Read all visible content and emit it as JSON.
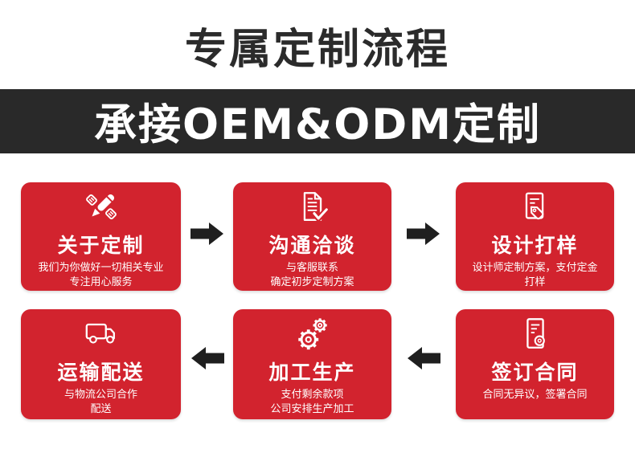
{
  "header": {
    "title": "专属定制流程",
    "banner": "承接OEM&ODM定制"
  },
  "colors": {
    "card_red": "#d2232e",
    "banner_bg": "#292929",
    "arrow_black": "#1f1f1f",
    "heading_black": "#2b2b2b"
  },
  "flow": {
    "steps": [
      {
        "title": "关于定制",
        "desc_lines": [
          "我们为你做好一切相关专业",
          "专注用心服务"
        ],
        "icon": "design-pencil-icon"
      },
      {
        "title": "沟通洽谈",
        "desc_lines": [
          "与客服联系",
          "确定初步定制方案"
        ],
        "icon": "document-check-icon"
      },
      {
        "title": "设计打样",
        "desc_lines": [
          "设计师定制方案，支付定金",
          "打样"
        ],
        "icon": "document-tag-icon"
      },
      {
        "title": "签订合同",
        "desc_lines": [
          "合同无异议，签署合同"
        ],
        "icon": "contract-seal-icon"
      },
      {
        "title": "加工生产",
        "desc_lines": [
          "支付剩余款项",
          "公司安排生产加工"
        ],
        "icon": "gears-icon"
      },
      {
        "title": "运输配送",
        "desc_lines": [
          "与物流公司合作",
          "配送"
        ],
        "icon": "truck-icon"
      }
    ],
    "arrows": [
      {
        "direction": "right"
      },
      {
        "direction": "right"
      },
      {
        "direction": "left"
      },
      {
        "direction": "left"
      }
    ]
  }
}
